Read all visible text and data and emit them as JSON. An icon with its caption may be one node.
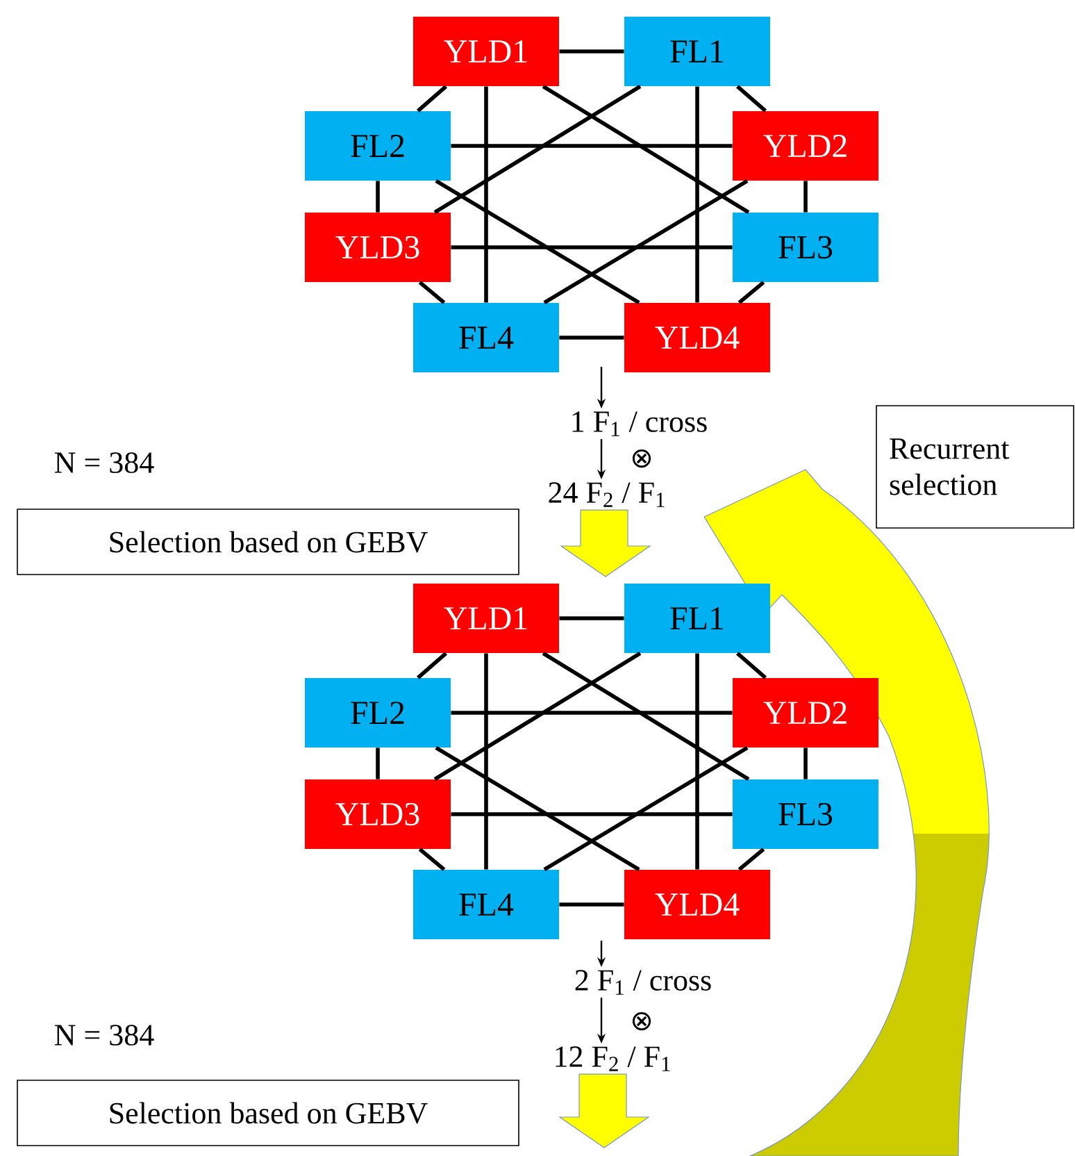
{
  "diagram": {
    "nodes": [
      {
        "text": [
          "YLD1"
        ]
      },
      {
        "text": [
          "FL1"
        ]
      },
      {
        "text": [
          "FL2"
        ]
      },
      {
        "text": [
          "YLD2"
        ]
      },
      {
        "text": [
          "YLD3"
        ]
      },
      {
        "text": [
          "FL3"
        ]
      },
      {
        "text": [
          "FL4"
        ]
      },
      {
        "text": [
          "YLD4"
        ]
      },
      {
        "text": [
          "1 F$_{1}$ / cross"
        ]
      },
      {
        "text": [
          "24 F$_{2}$ / F$_{1}$"
        ]
      },
      {
        "text": [
          "Recurrent selection"
        ]
      },
      {
        "text": [
          "Selection based on GEBV"
        ]
      },
      {
        "text": [
          "YLD1"
        ]
      },
      {
        "text": [
          "FL1"
        ]
      },
      {
        "text": [
          "FL2"
        ]
      },
      {
        "text": [
          "YLD2"
        ]
      },
      {
        "text": [
          "YLD3"
        ]
      },
      {
        "text": [
          "FL3"
        ]
      },
      {
        "text": [
          "FL4"
        ]
      },
      {
        "text": [
          "YLD4"
        ]
      },
      {
        "text": [
          "2 F$_{1}$ / cross"
        ]
      },
      {
        "text": [
          "12 F$_{2}$ / F$_{1}$"
        ]
      },
      {
        "text": [
          "Selection based on GEBV"
        ]
      }
    ],
    "edges": [
      {
        "from": 0,
        "to": 1,
        "arrow": "none"
      },
      {
        "from": 1,
        "to": 3,
        "arrow": "none"
      },
      {
        "from": 3,
        "to": 5,
        "arrow": "none"
      },
      {
        "from": 5,
        "to": 7,
        "arrow": "none"
      },
      {
        "from": 7,
        "to": 6,
        "arrow": "none"
      },
      {
        "from": 6,
        "to": 4,
        "arrow": "none"
      },
      {
        "from": 4,
        "to": 2,
        "arrow": "none"
      },
      {
        "from": 2,
        "to": 0,
        "arrow": "none"
      },
      {
        "from": 0,
        "to": 6,
        "arrow": "none"
      },
      {
        "from": 1,
        "to": 7,
        "arrow": "none"
      },
      {
        "from": 2,
        "to": 3,
        "arrow": "none"
      },
      {
        "from": 4,
        "to": 5,
        "arrow": "none"
      },
      {
        "from": 0,
        "to": 5,
        "arrow": "none"
      },
      {
        "from": 1,
        "to": 4,
        "arrow": "none"
      },
      {
        "from": 2,
        "to": 7,
        "arrow": "none"
      },
      {
        "from": 3,
        "to": 6,
        "arrow": "none"
      },
      {
        "from": null,
        "to": 8,
        "arrow": "to"
      },
      {
        "from": 8,
        "to": 9,
        "arrow": "to",
        "label": "⊗"
      },
      {
        "from": 9,
        "to": null,
        "arrow": "to",
        "style": "thick",
        "color": "#ffff00"
      },
      {
        "from": 12,
        "to": 13,
        "arrow": "none"
      },
      {
        "from": 13,
        "to": 15,
        "arrow": "none"
      },
      {
        "from": 15,
        "to": 17,
        "arrow": "none"
      },
      {
        "from": 17,
        "to": 19,
        "arrow": "none"
      },
      {
        "from": 19,
        "to": 18,
        "arrow": "none"
      },
      {
        "from": 18,
        "to": 16,
        "arrow": "none"
      },
      {
        "from": 16,
        "to": 14,
        "arrow": "none"
      },
      {
        "from": 14,
        "to": 12,
        "arrow": "none"
      },
      {
        "from": 12,
        "to": 18,
        "arrow": "none"
      },
      {
        "from": 13,
        "to": 19,
        "arrow": "none"
      },
      {
        "from": 14,
        "to": 15,
        "arrow": "none"
      },
      {
        "from": 16,
        "to": 17,
        "arrow": "none"
      },
      {
        "from": 12,
        "to": 17,
        "arrow": "none"
      },
      {
        "from": 13,
        "to": 16,
        "arrow": "none"
      },
      {
        "from": 14,
        "to": 19,
        "arrow": "none"
      },
      {
        "from": 15,
        "to": 18,
        "arrow": "none"
      },
      {
        "from": null,
        "to": 20,
        "arrow": "to"
      },
      {
        "from": 20,
        "to": 21,
        "arrow": "to",
        "label": "⊗"
      },
      {
        "from": 21,
        "to": null,
        "arrow": "to",
        "style": "thick",
        "color": "#ffff00"
      }
    ],
    "labels": [
      "N = 384",
      "N = 384"
    ]
  }
}
